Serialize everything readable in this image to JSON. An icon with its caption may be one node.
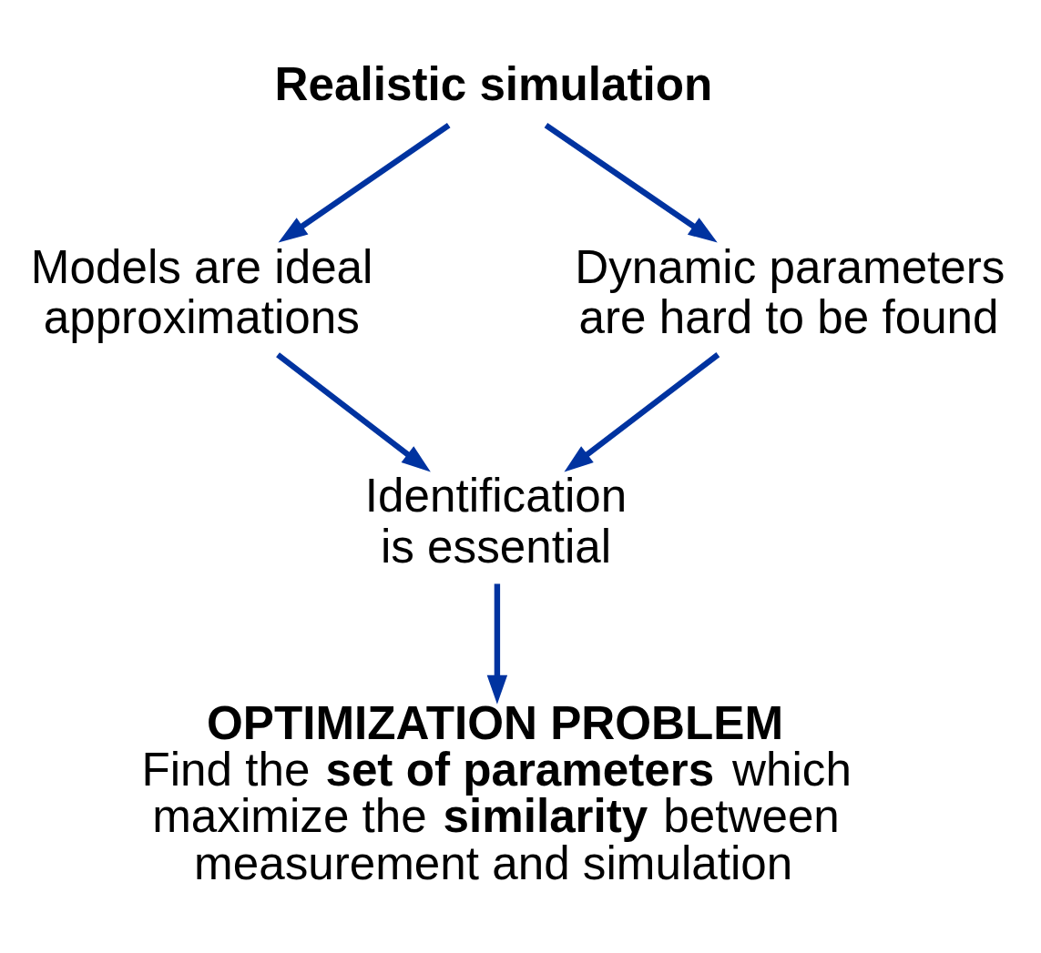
{
  "diagram": {
    "nodes": [
      {
        "text": [
          "Realistic simulation"
        ]
      },
      {
        "text": [
          "Models are ideal approximations"
        ]
      },
      {
        "text": [
          "Dynamic parameters are hard to be found"
        ]
      },
      {
        "text": [
          "Identification is essential"
        ]
      },
      {
        "text": [
          "OPTIMIZATION PROBLEM",
          "Find the **set of parameters** which maximize the **similarity** between measurement and simulation"
        ]
      }
    ],
    "edges": [
      {
        "from": 0,
        "to": 1,
        "arrow": "to"
      },
      {
        "from": 0,
        "to": 2,
        "arrow": "to"
      },
      {
        "from": 1,
        "to": 3,
        "arrow": "to"
      },
      {
        "from": 2,
        "to": 3,
        "arrow": "to"
      },
      {
        "from": 3,
        "to": 4,
        "arrow": "to"
      }
    ]
  }
}
